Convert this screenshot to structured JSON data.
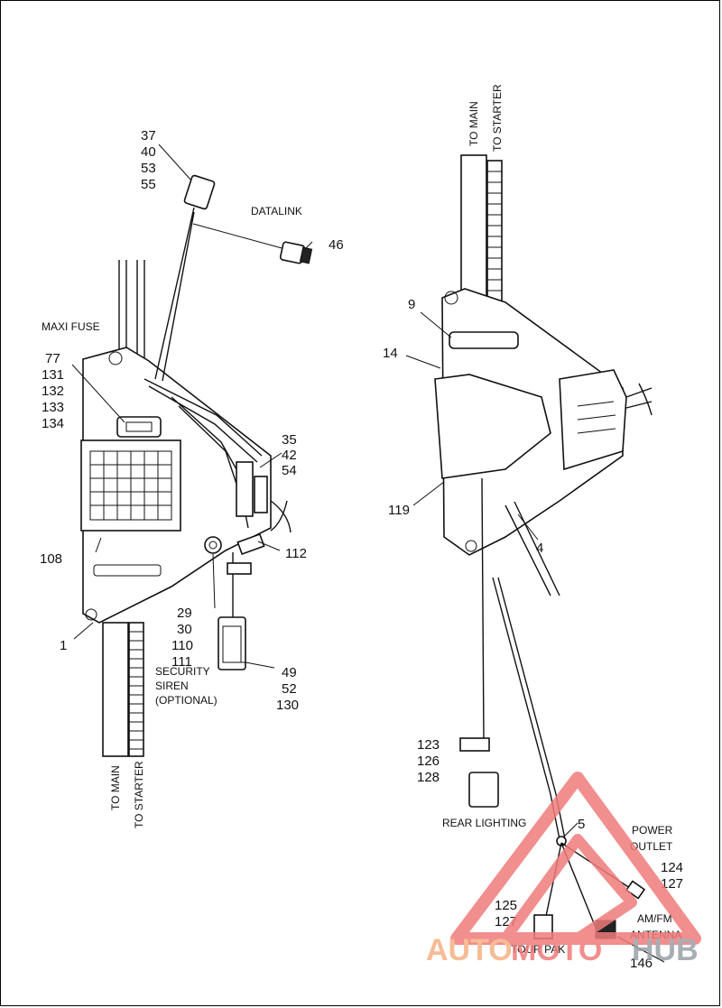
{
  "left_assembly": {
    "callouts": {
      "c37": "37",
      "c40": "40",
      "c53": "53",
      "c55": "55",
      "datalink": "DATALINK",
      "c46": "46",
      "maxi_fuse": "MAXI FUSE",
      "c77": "77",
      "c131": "131",
      "c132": "132",
      "c133": "133",
      "c134": "134",
      "c35": "35",
      "c42": "42",
      "c54": "54",
      "c108": "108",
      "c112": "112",
      "c29": "29",
      "c30": "30",
      "c110": "110",
      "c111": "111",
      "security_1": "SECURITY",
      "security_2": "SIREN",
      "security_3": "(OPTIONAL)",
      "c49": "49",
      "c52": "52",
      "c130": "130",
      "c1": "1",
      "to_main": "TO MAIN",
      "to_starter": "TO STARTER"
    }
  },
  "right_assembly": {
    "callouts": {
      "to_main": "TO MAIN",
      "to_starter": "TO STARTER",
      "c9": "9",
      "c14": "14",
      "c119": "119",
      "c4": "4",
      "c123": "123",
      "c126": "126",
      "c128": "128",
      "rear_lighting": "REAR LIGHTING",
      "c5": "5",
      "power_1": "POWER",
      "power_2": "OUTLET",
      "c124": "124",
      "c127a": "127",
      "c125": "125",
      "c127b": "127",
      "amfm_1": "AM/FM",
      "amfm_2": "ANTENNA",
      "tour_pak": "TOUR PAK",
      "c146": "146"
    }
  },
  "watermark": {
    "part1": "AUTO",
    "part2": "MOTO",
    "part3": "HUB",
    "color_a": "#f5b183",
    "color_b": "#ef7b7b",
    "color_c": "#9aa0a6"
  }
}
